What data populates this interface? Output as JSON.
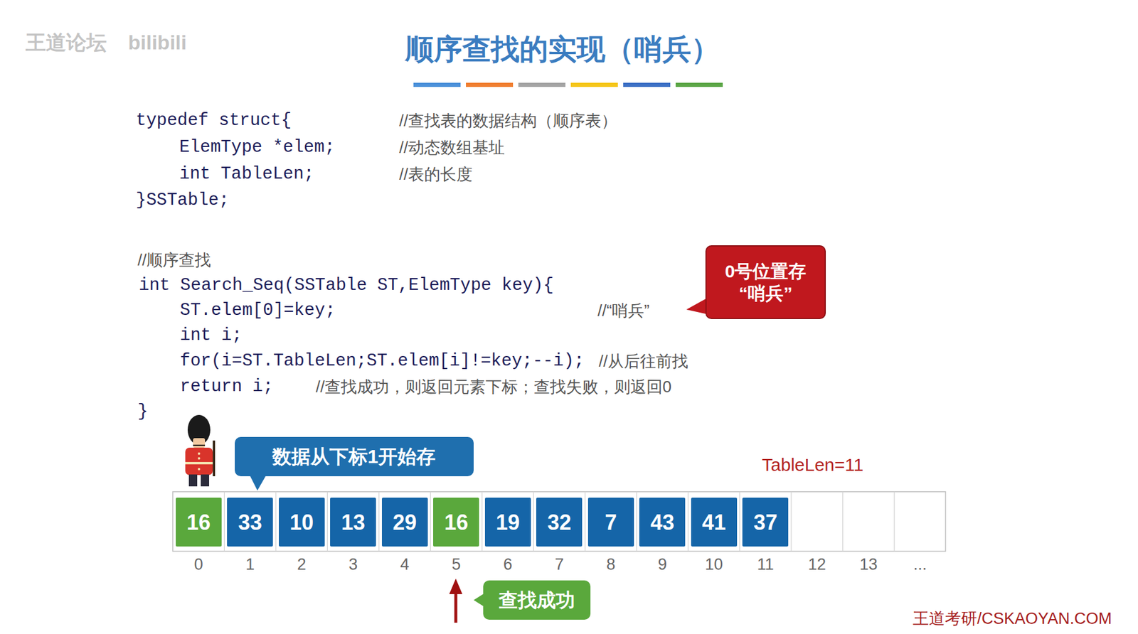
{
  "diagram": {
    "title": "顺序查找的实现（哨兵）",
    "nodes": [
      {
        "text": [
          "0号位置存 “哨兵”"
        ]
      },
      {
        "text": [
          "数据从下标1开始存"
        ]
      },
      {
        "text": [
          "16"
        ]
      },
      {
        "text": [
          "33"
        ]
      },
      {
        "text": [
          "10"
        ]
      },
      {
        "text": [
          "13"
        ]
      },
      {
        "text": [
          "29"
        ]
      },
      {
        "text": [
          "16"
        ]
      },
      {
        "text": [
          "19"
        ]
      },
      {
        "text": [
          "32"
        ]
      },
      {
        "text": [
          "7"
        ]
      },
      {
        "text": [
          "43"
        ]
      },
      {
        "text": [
          "41"
        ]
      },
      {
        "text": [
          "37"
        ]
      },
      {
        "text": [
          "查找成功"
        ]
      }
    ],
    "labels": [
      "王道论坛",
      "bilibili",
      "typedef struct{",
      "//查找表的数据结构（顺序表）",
      "ElemType *elem;",
      "//动态数组基址",
      "int TableLen;",
      "//表的长度",
      "}SSTable;",
      "//顺序查找",
      "int Search_Seq(SSTable ST,ElemType key){",
      "ST.elem[0]=key;",
      "//“哨兵”",
      "int i;",
      "for(i=ST.TableLen;ST.elem[i]!=key;--i);",
      "//从后往前找",
      "return i;",
      "//查找成功，则返回元素下标；查找失败，则返回0",
      "}",
      "TableLen=11",
      "0",
      "1",
      "2",
      "3",
      "4",
      "5",
      "6",
      "7",
      "8",
      "9",
      "10",
      "11",
      "12",
      "13",
      "...",
      "王道考研/CSKAOYAN.COM"
    ]
  }
}
